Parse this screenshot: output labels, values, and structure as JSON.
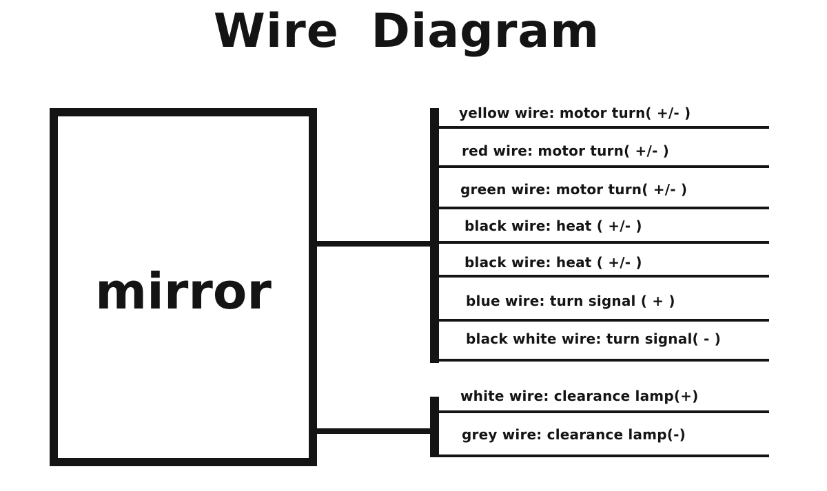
{
  "title": "Wire Diagram",
  "component": "mirror",
  "group_a": [
    "yellow wire: motor turn( +/- )",
    "red wire: motor turn( +/- )",
    "green wire: motor turn( +/- )",
    "black wire: heat ( +/- )",
    "black wire: heat ( +/- )",
    "blue wire: turn signal ( + )",
    "black white wire: turn signal( - )"
  ],
  "group_b": [
    "white wire: clearance lamp(+)",
    "grey wire: clearance lamp(-)"
  ]
}
